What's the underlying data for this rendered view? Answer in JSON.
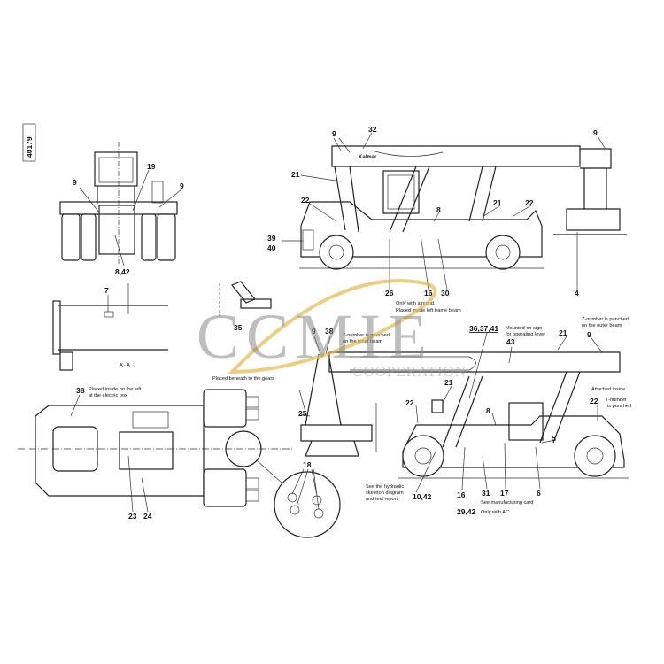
{
  "drawing_number": "40179",
  "logo_text": "Kalmar",
  "watermark": {
    "main": "CCMIE",
    "sub": "COOPERATION",
    "swoosh_color": "#e8b84a"
  },
  "rear_view": {
    "n9a": "9",
    "n19": "19",
    "n9b": "9",
    "n842": "8,42"
  },
  "side_view_top": {
    "n9a": "9",
    "n32": "32",
    "n9b": "9",
    "n21a": "21",
    "n22a": "22",
    "n21b": "21",
    "n22b": "22",
    "n8": "8",
    "n39": "39",
    "n40": "40",
    "n26": "26",
    "n16": "16",
    "n30": "30",
    "n4": "4"
  },
  "detail_aa": {
    "n7": "7",
    "section": "A - A"
  },
  "notes": {
    "aircond_1": "Only with aircond.",
    "aircond_2": "Placed inside left frame beam",
    "inner_beam_1": "Z-number is punched",
    "inner_beam_2": "on the inner beam",
    "sign_1": "Mounted on sign",
    "sign_2": "for operating lever",
    "outer_beam_1": "Z-number is punched",
    "outer_beam_2": "on the outer beam",
    "gears": "Placed beneath to the gears",
    "attached": "Attached inside",
    "tnum_1": "T-number",
    "tnum_2": "is punched",
    "electric_1": "Placed inside on the left",
    "electric_2": "at the electric box",
    "hydraulic_1": "See the hydraulic",
    "hydraulic_2": "skeleton diagram",
    "hydraulic_3": "and test report",
    "manufacturing": "See manufacturing card",
    "only_ac": "Only with AC"
  },
  "side_view_bottom": {
    "n35": "35",
    "n9": "9",
    "n38": "38",
    "n363741": "36,37,41",
    "n43": "43",
    "n21a": "21",
    "n9b": "9",
    "n25": "25",
    "n21b": "21",
    "n22a": "22",
    "n8": "8",
    "n22b": "22",
    "n5": "5",
    "n1042": "10,42",
    "n16": "16",
    "n31": "31",
    "n17": "17",
    "n6": "6",
    "n2942": "29,42"
  },
  "top_view": {
    "n38": "38",
    "n23": "23",
    "n24": "24",
    "n18": "18"
  }
}
